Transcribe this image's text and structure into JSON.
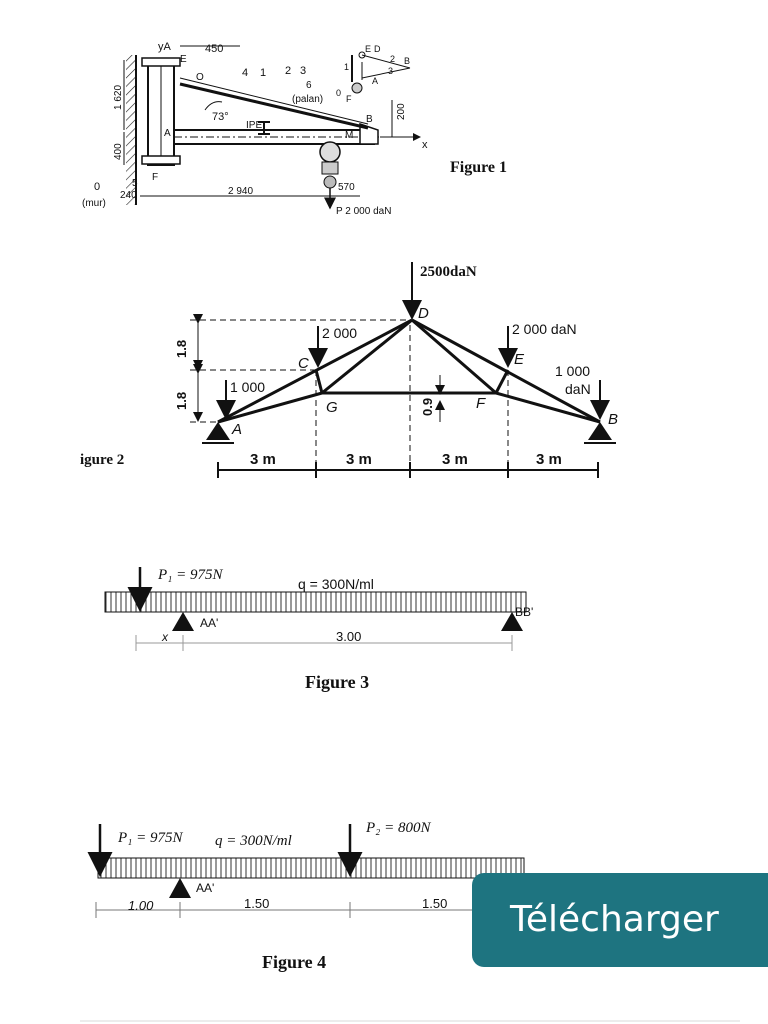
{
  "figure1": {
    "caption": "Figure 1",
    "labels": {
      "ya": "yA",
      "dim_top": "450",
      "e": "E",
      "o": "O",
      "n4": "4",
      "n1": "1",
      "n2": "2",
      "n3": "3",
      "n6": "6",
      "palan": "(palan)",
      "angle": "73°",
      "ipe": "IPE",
      "a": "A",
      "b": "B",
      "m": "M",
      "x": "x",
      "dim_1620": "1 620",
      "dim_400": "400",
      "dim_200": "200",
      "f": "F",
      "n5": "5",
      "zero": "0",
      "mur": "(mur)",
      "dim_240": "240",
      "dim_2940": "2 940",
      "dim_570": "570",
      "load": "P 2 000 daN",
      "inset_e": "E",
      "inset_d": "D",
      "inset_1": "1",
      "inset_2": "2",
      "inset_3": "3",
      "inset_b": "B",
      "inset_a": "A",
      "inset_f": "F",
      "inset_0": "0"
    }
  },
  "figure2": {
    "caption": "igure 2",
    "load_d": "2500daN",
    "load_c": "2 000",
    "load_e": "2 000 daN",
    "load_a": "1 000",
    "load_b_1": "1 000",
    "load_b_2": "daN",
    "nodes": {
      "a": "A",
      "b": "B",
      "c": "C",
      "d": "D",
      "e": "E",
      "f": "F",
      "g": "G"
    },
    "dims": {
      "h1": "1.8",
      "h2": "1.8",
      "h3": "0.9",
      "s1": "3 m",
      "s2": "3 m",
      "s3": "3 m",
      "s4": "3 m"
    }
  },
  "figure3": {
    "caption": "Figure 3",
    "p1": "P₁ = 975N",
    "q": "q = 300N/ml",
    "support_a": "AA'",
    "support_b": "BB'",
    "dim_x": "x",
    "dim_span": "3.00"
  },
  "figure4": {
    "caption": "Figure 4",
    "p1": "P₁ = 975N",
    "q": "q = 300N/ml",
    "p2": "P₂ = 800N",
    "support_a": "AA'",
    "dim_1": "1.00",
    "dim_2": "1.50",
    "dim_3": "1.50"
  },
  "download": {
    "label": "Télécharger"
  }
}
